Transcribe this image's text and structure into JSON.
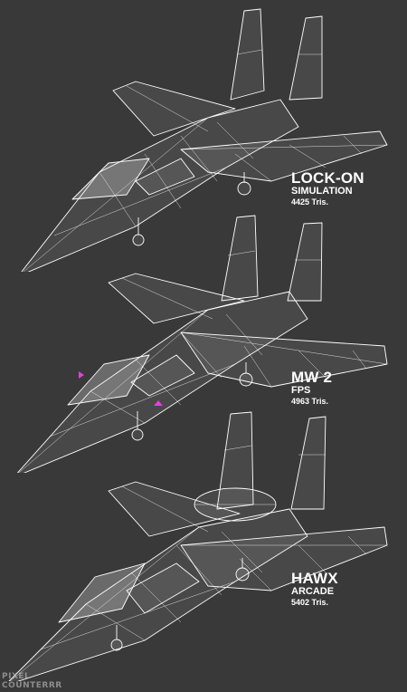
{
  "colors": {
    "background": "#393939",
    "wire": "#ffffff",
    "marker": "#e040e0"
  },
  "models": [
    {
      "title": "LOCK-ON",
      "mode": "SIMULATION",
      "tris": "4425 Tris."
    },
    {
      "title": "MW 2",
      "mode": "FPS",
      "tris": "4963 Tris."
    },
    {
      "title": "HAWX",
      "mode": "ARCADE",
      "tris": "5402 Tris."
    }
  ],
  "watermark": {
    "line1": "PIXEL",
    "line2": "COUNTERRR"
  }
}
